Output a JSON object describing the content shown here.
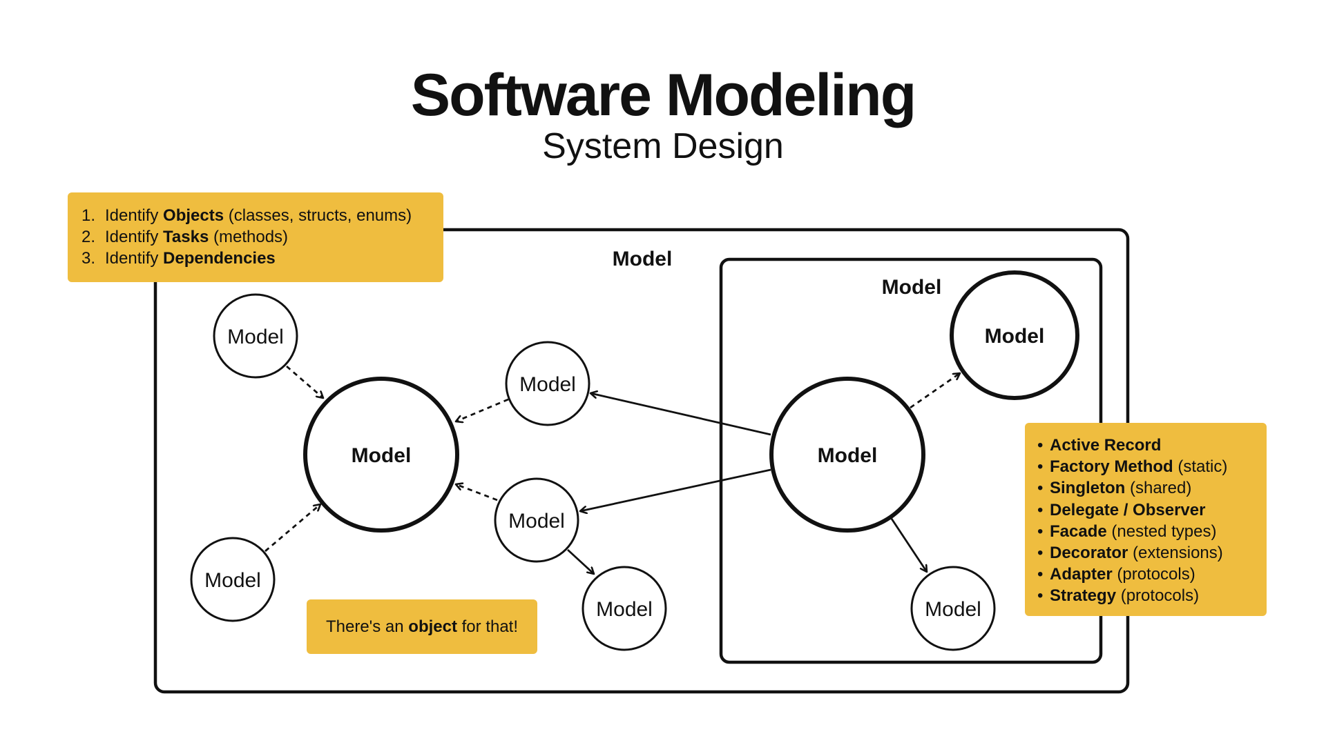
{
  "header": {
    "title": "Software Modeling",
    "subtitle": "System Design"
  },
  "outer_box": {
    "label": "Model"
  },
  "inner_box": {
    "label": "Model"
  },
  "nodes": {
    "top_left": "Model",
    "bottom_left": "Model",
    "central_left": "Model",
    "mid_upper": "Model",
    "mid_lower": "Model",
    "bottom_mid": "Model",
    "central_right": "Model",
    "top_right": "Model",
    "bottom_right": "Model"
  },
  "steps_note": {
    "items": [
      {
        "num": "1.",
        "prefix": "Identify ",
        "bold": "Objects",
        "suffix": " (classes, structs, enums)"
      },
      {
        "num": "2.",
        "prefix": "Identify ",
        "bold": "Tasks",
        "suffix": " (methods)"
      },
      {
        "num": "3.",
        "prefix": "Identify ",
        "bold": "Dependencies",
        "suffix": ""
      }
    ]
  },
  "patterns_note": {
    "bullet": "•",
    "items": [
      {
        "name": "Active Record",
        "detail": ""
      },
      {
        "name": "Factory Method",
        "detail": " (static)"
      },
      {
        "name": "Singleton",
        "detail": " (shared)"
      },
      {
        "name": "Delegate / Observer",
        "detail": ""
      },
      {
        "name": "Facade",
        "detail": " (nested types)"
      },
      {
        "name": "Decorator",
        "detail": " (extensions)"
      },
      {
        "name": "Adapter",
        "detail": " (protocols)"
      },
      {
        "name": "Strategy",
        "detail": " (protocols)"
      }
    ]
  },
  "object_note": {
    "prefix": "There's an ",
    "bold": "object",
    "suffix": " for that!"
  },
  "colors": {
    "note_fill": "#EFBD3F",
    "ink": "#111111",
    "background": "#FFFFFF"
  }
}
